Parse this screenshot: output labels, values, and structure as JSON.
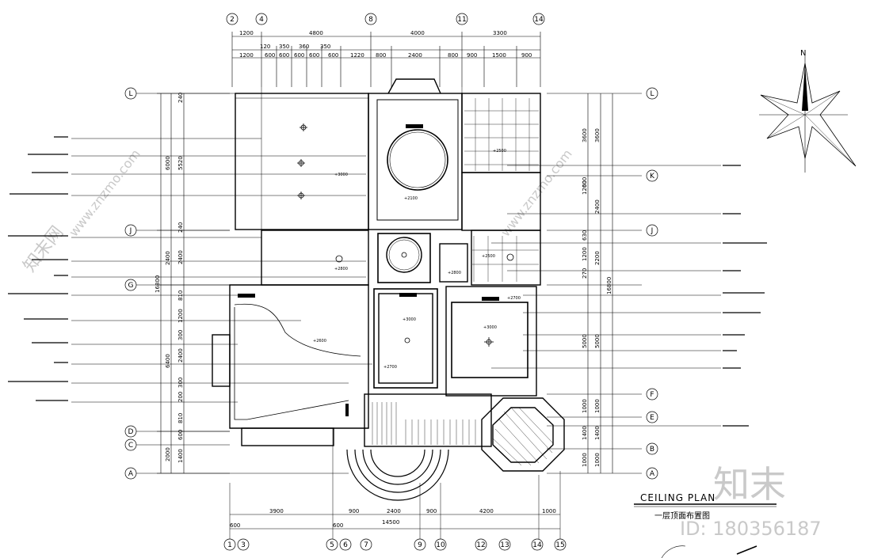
{
  "drawing": {
    "title": "CEILING PLAN",
    "subtitle": "一层顶面布置图",
    "north": "N"
  },
  "watermark": {
    "logo": "知末",
    "id_text": "ID: 180356187",
    "diagonal": "www.znzmo.com",
    "side": "知末网"
  },
  "grid_top": [
    "2",
    "4",
    "8",
    "11",
    "14"
  ],
  "grid_bottom": [
    "1",
    "3",
    "5",
    "6",
    "7",
    "9",
    "10",
    "12",
    "13",
    "14",
    "15"
  ],
  "grid_left": [
    "L",
    "J",
    "G",
    "D",
    "C",
    "A"
  ],
  "grid_right": [
    "L",
    "K",
    "J",
    "F",
    "E",
    "B",
    "A"
  ],
  "dims": {
    "top_row1": [
      "1200",
      "4800",
      "4000",
      "3300"
    ],
    "top_row2": [
      "120",
      "350",
      "360",
      "350"
    ],
    "top_row3": [
      "1200",
      "600",
      "600",
      "600",
      "600",
      "600",
      "1220",
      "800",
      "2400",
      "800",
      "900",
      "1500",
      "900"
    ],
    "bottom_row1": [
      "3900",
      "900",
      "2400",
      "900",
      "4200",
      "1000"
    ],
    "bottom_row2": [
      "600",
      "600"
    ],
    "bottom_total": "14500",
    "left_outer": [
      "16800"
    ],
    "left_mid": [
      "6000",
      "2400",
      "6400",
      "2000"
    ],
    "left_inner": [
      "240",
      "5520",
      "240",
      "2400",
      "810",
      "1200",
      "300",
      "2400",
      "300",
      "200",
      "810",
      "600",
      "1400"
    ],
    "right_inner": [
      "3600",
      "600",
      "1200",
      "630",
      "1200",
      "270",
      "5000",
      "1000",
      "1400",
      "1000"
    ],
    "right_mid": [
      "3600",
      "2400",
      "2200",
      "5000",
      "1000",
      "1400",
      "1000"
    ],
    "right_outer": [
      "16800"
    ]
  },
  "heights": [
    "+3000",
    "+2100",
    "+2500",
    "+2800",
    "+2500",
    "+3000",
    "+2600",
    "+2700",
    "+2800",
    "+2700",
    "+3000"
  ]
}
